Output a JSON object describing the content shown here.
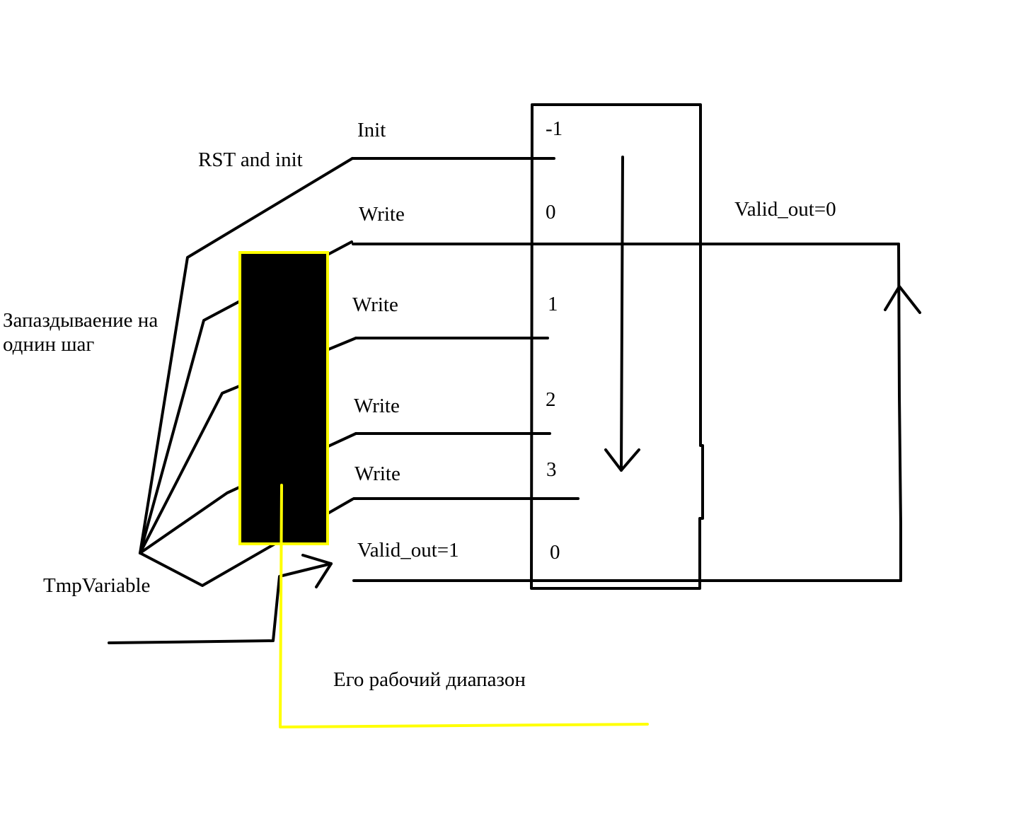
{
  "colors": {
    "ink": "#000000",
    "highlight": "#ffff00",
    "background": "#ffffff"
  },
  "labels": {
    "rst_and_init": "RST and init",
    "delay_note": "Запаздываение на однин шаг",
    "tmp_variable": "TmpVariable",
    "working_range": "Его рабочий диапазон",
    "valid_out_0": "Valid_out=0"
  },
  "stages": [
    {
      "op": "Init",
      "value": "-1"
    },
    {
      "op": "Write",
      "value": "0"
    },
    {
      "op": "Write",
      "value": "1"
    },
    {
      "op": "Write",
      "value": "2"
    },
    {
      "op": "Write",
      "value": "3"
    },
    {
      "op": "Valid_out=1",
      "value": "0"
    }
  ]
}
